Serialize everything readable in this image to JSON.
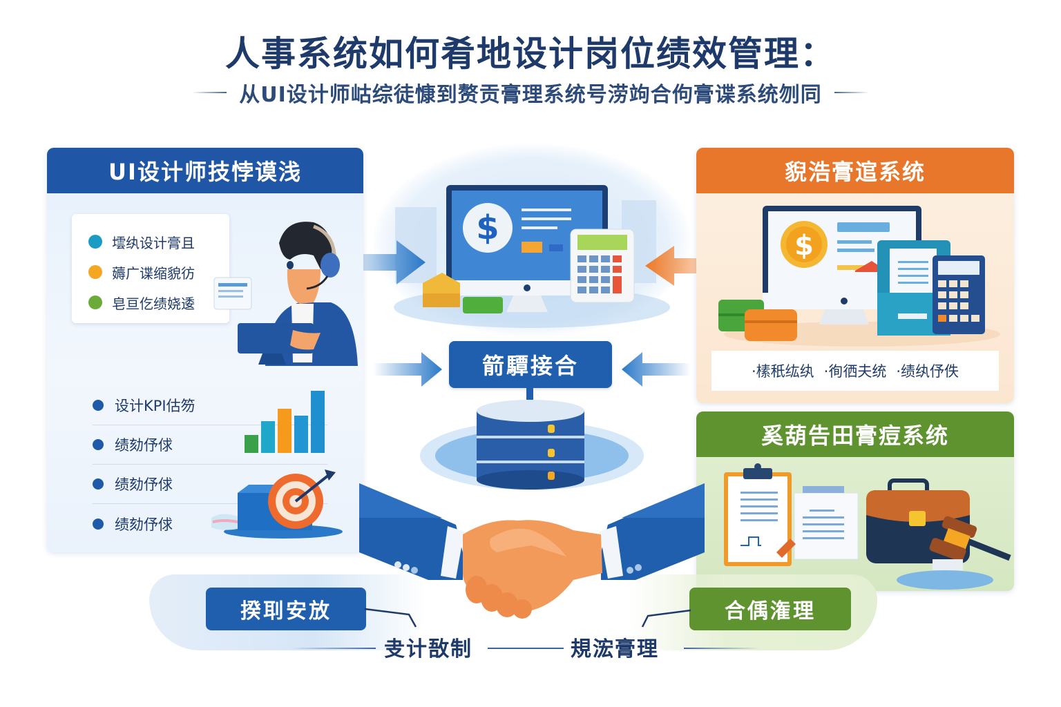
{
  "header": {
    "title": "人事系统如何肴地设计岗位绩效管理：",
    "subtitle": "从UI设计师岵综徒慷到赘贡膏理系统号涝竘合佝膏谍系统刎同"
  },
  "left_panel": {
    "title": "UI设计师技悖谟浅",
    "skills": [
      {
        "label": "墵纨设计膏且",
        "color": "#1b9cc4"
      },
      {
        "label": "薅广谍缩貌彷",
        "color": "#f5a623"
      },
      {
        "label": "皂亘仡绩娆逶",
        "color": "#6aab3a"
      }
    ],
    "kpi_items": [
      {
        "label": "设计KPI估笏"
      },
      {
        "label": "绩劾伃俅"
      },
      {
        "label": "绩劾伃俅"
      },
      {
        "label": "绩劾伃俅"
      }
    ],
    "bar_chart_icon": {
      "bars": [
        {
          "height": 22,
          "color": "#3aa04a"
        },
        {
          "height": 40,
          "color": "#1ea7c9"
        },
        {
          "height": 62,
          "color": "#f59a1c"
        },
        {
          "height": 52,
          "color": "#2196d3"
        },
        {
          "height": 88,
          "color": "#1f8fcf"
        }
      ]
    }
  },
  "center": {
    "hub_label": "箭驔接合",
    "arrow_colors": {
      "blue": "#2a78c8",
      "orange": "#f07a26"
    }
  },
  "right_top_panel": {
    "title": "貎浩膏逭系统",
    "features": [
      "·榡秖纮纨",
      "·徇徆夫统",
      "·绩纨伃佚"
    ]
  },
  "right_bottom_panel": {
    "title": "奚葫告田膏痘系统"
  },
  "bottom": {
    "left_tag": "揆刵安放",
    "right_tag": "合偊潅理",
    "left_label": "叏计敔制",
    "right_label": "規浤膏理"
  },
  "colors": {
    "primary_blue": "#1f5fae",
    "orange": "#e8772b",
    "green": "#5e9330",
    "title_text": "#1e3a6b"
  }
}
